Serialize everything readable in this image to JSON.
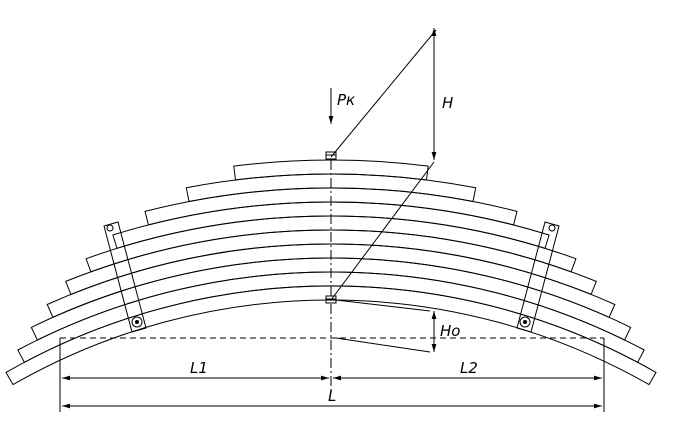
{
  "labels": {
    "load": "Pк",
    "height": "H",
    "height_zero": "Ho",
    "left_span": "L1",
    "right_span": "L2",
    "total_span": "L"
  }
}
